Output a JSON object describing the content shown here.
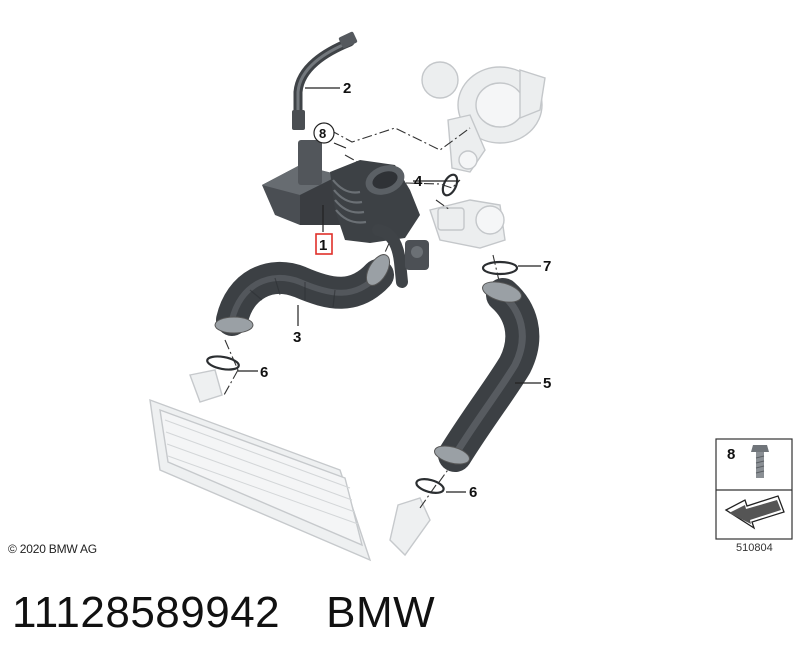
{
  "diagram": {
    "callouts": [
      {
        "id": "label-1",
        "text": "1"
      },
      {
        "id": "label-2",
        "text": "2"
      },
      {
        "id": "label-3",
        "text": "3"
      },
      {
        "id": "label-4",
        "text": "4"
      },
      {
        "id": "label-5",
        "text": "5"
      },
      {
        "id": "label-6a",
        "text": "6"
      },
      {
        "id": "label-6b",
        "text": "6"
      },
      {
        "id": "label-7",
        "text": "7"
      },
      {
        "id": "label-8",
        "text": "8"
      }
    ],
    "legend_box": {
      "item_number": "8"
    },
    "copyright": "© 2020 BMW AG",
    "diagram_id": "510804"
  },
  "footer": {
    "part_number": "11128589942",
    "brand": "BMW"
  },
  "colors": {
    "part_dark": "#3f4347",
    "part_mid": "#62676c",
    "ghost": "#c9cccf",
    "highlight_box": "#e0302a"
  }
}
